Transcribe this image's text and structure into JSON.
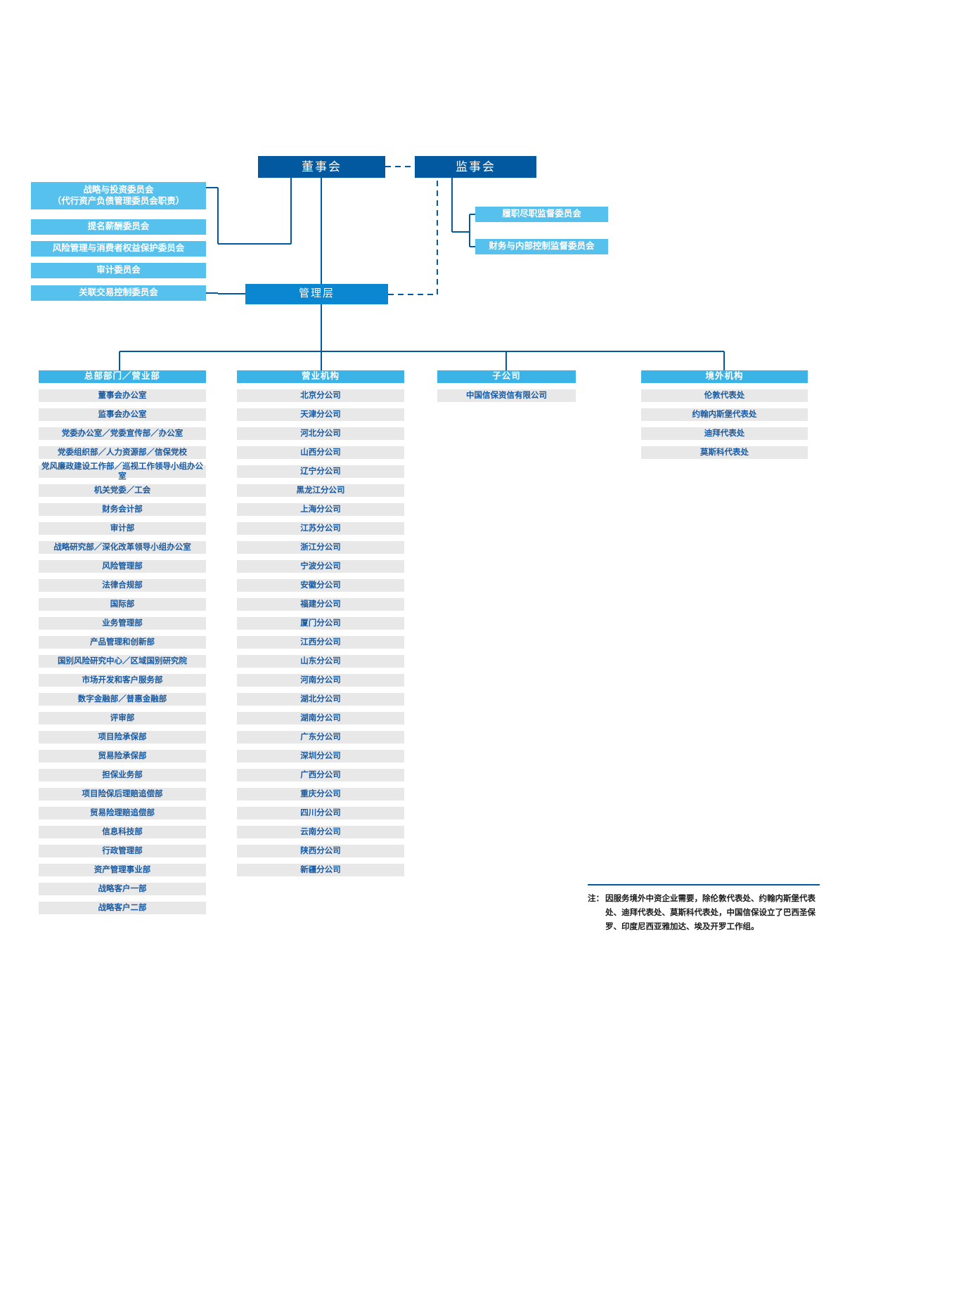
{
  "chart": {
    "title": "China Export & Credit Insurance Corporation organizational chart",
    "type": "org-chart"
  },
  "top": {
    "board": "董事会",
    "supervisory_board": "监事会",
    "management": "管理层"
  },
  "board_committees": [
    "战略与投资委员会\n（代行资产负债管理委员会职责）",
    "提名薪酬委员会",
    "风险管理与消费者权益保护委员会",
    "审计委员会",
    "关联交易控制委员会"
  ],
  "supervisory_committees": [
    "履职尽职监督委员会",
    "财务与内部控制监督委员会"
  ],
  "columns": [
    {
      "header": "总部部门／营业部",
      "items": [
        "董事会办公室",
        "监事会办公室",
        "党委办公室／党委宣传部／办公室",
        "党委组织部／人力资源部／信保党校",
        "党风廉政建设工作部／巡视工作领导小组办公室",
        "机关党委／工会",
        "财务会计部",
        "审计部",
        "战略研究部／深化改革领导小组办公室",
        "风险管理部",
        "法律合规部",
        "国际部",
        "业务管理部",
        "产品管理和创新部",
        "国别风险研究中心／区域国别研究院",
        "市场开发和客户服务部",
        "数字金融部／普惠金融部",
        "评审部",
        "项目险承保部",
        "贸易险承保部",
        "担保业务部",
        "项目险保后理赔追偿部",
        "贸易险理赔追偿部",
        "信息科技部",
        "行政管理部",
        "资产管理事业部",
        "战略客户一部",
        "战略客户二部"
      ]
    },
    {
      "header": "营业机构",
      "items": [
        "北京分公司",
        "天津分公司",
        "河北分公司",
        "山西分公司",
        "辽宁分公司",
        "黑龙江分公司",
        "上海分公司",
        "江苏分公司",
        "浙江分公司",
        "宁波分公司",
        "安徽分公司",
        "福建分公司",
        "厦门分公司",
        "江西分公司",
        "山东分公司",
        "河南分公司",
        "湖北分公司",
        "湖南分公司",
        "广东分公司",
        "深圳分公司",
        "广西分公司",
        "重庆分公司",
        "四川分公司",
        "云南分公司",
        "陕西分公司",
        "新疆分公司"
      ]
    },
    {
      "header": "子公司",
      "items": [
        "中国信保资信有限公司"
      ]
    },
    {
      "header": "境外机构",
      "items": [
        "伦敦代表处",
        "约翰内斯堡代表处",
        "迪拜代表处",
        "莫斯科代表处"
      ]
    }
  ],
  "note": {
    "label": "注：",
    "text": "因服务境外中资企业需要，除伦敦代表处、约翰内斯堡代表处、迪拜代表处、莫斯科代表处，中国信保设立了巴西圣保罗、印度尼西亚雅加达、埃及开罗工作组。"
  },
  "colors": {
    "dark_blue": "#02599f",
    "mid_blue": "#0b86d1",
    "light_blue": "#57c1ee",
    "header_blue": "#3cb3e6",
    "cell_gray": "#e8e8e8",
    "text_blue": "#1a5aa0"
  }
}
